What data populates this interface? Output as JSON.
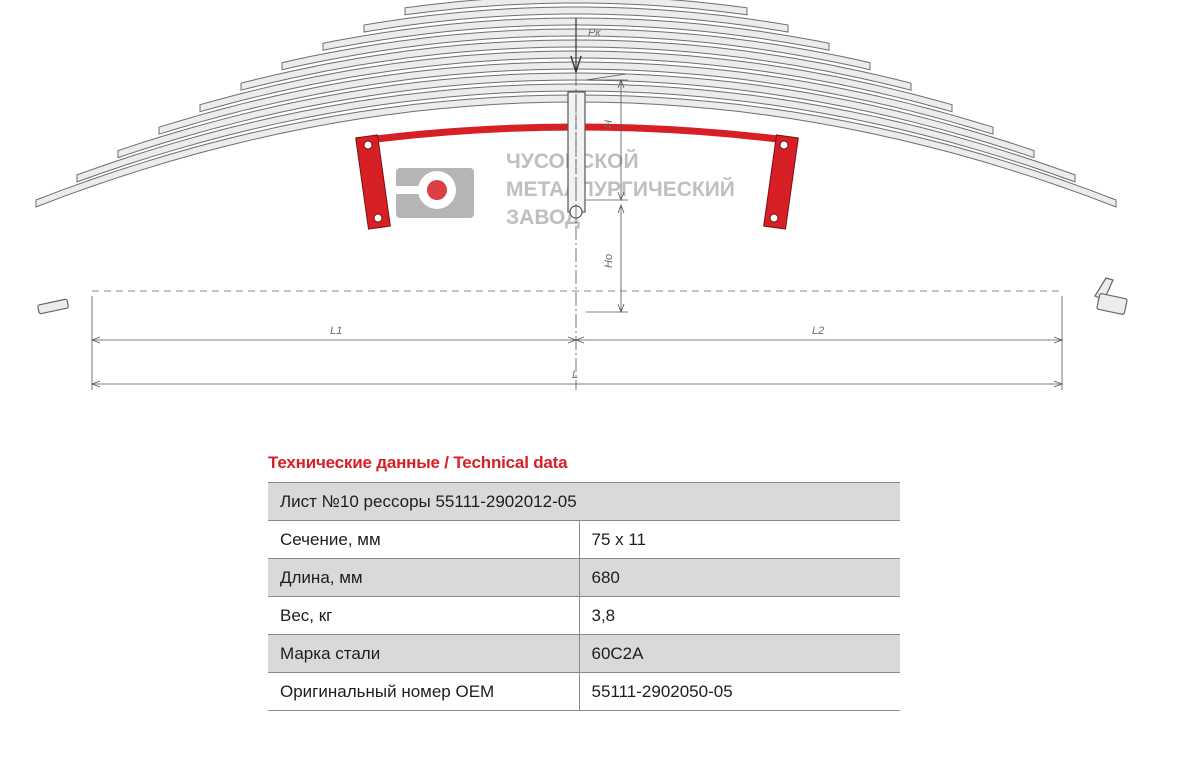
{
  "diagram": {
    "labels": {
      "force": "Pк",
      "h1": "H",
      "h2": "Hо",
      "l1": "L1",
      "l2": "L2",
      "l": "L"
    },
    "watermark": [
      "ЧУСОВСКОЙ",
      "МЕТАЛЛУРГИЧЕСКИЙ",
      "ЗАВОД"
    ],
    "colors": {
      "clamp": "#d71f26",
      "leaf_stroke": "#6f6f6f",
      "leaf_fill": "#ececec",
      "logo": "#9a9a9a"
    }
  },
  "tech": {
    "title": "Технические данные / Technical data",
    "header": "Лист №10 рессоры 55111-2902012-05",
    "rows": [
      {
        "label": "Сечение, мм",
        "value": "75 x 11"
      },
      {
        "label": "Длина, мм",
        "value": "680"
      },
      {
        "label": "Вес, кг",
        "value": "3,8"
      },
      {
        "label": "Марка стали",
        "value": "60С2А"
      },
      {
        "label": "Оригинальный номер OEM",
        "value": "55111-2902050-05"
      }
    ]
  }
}
